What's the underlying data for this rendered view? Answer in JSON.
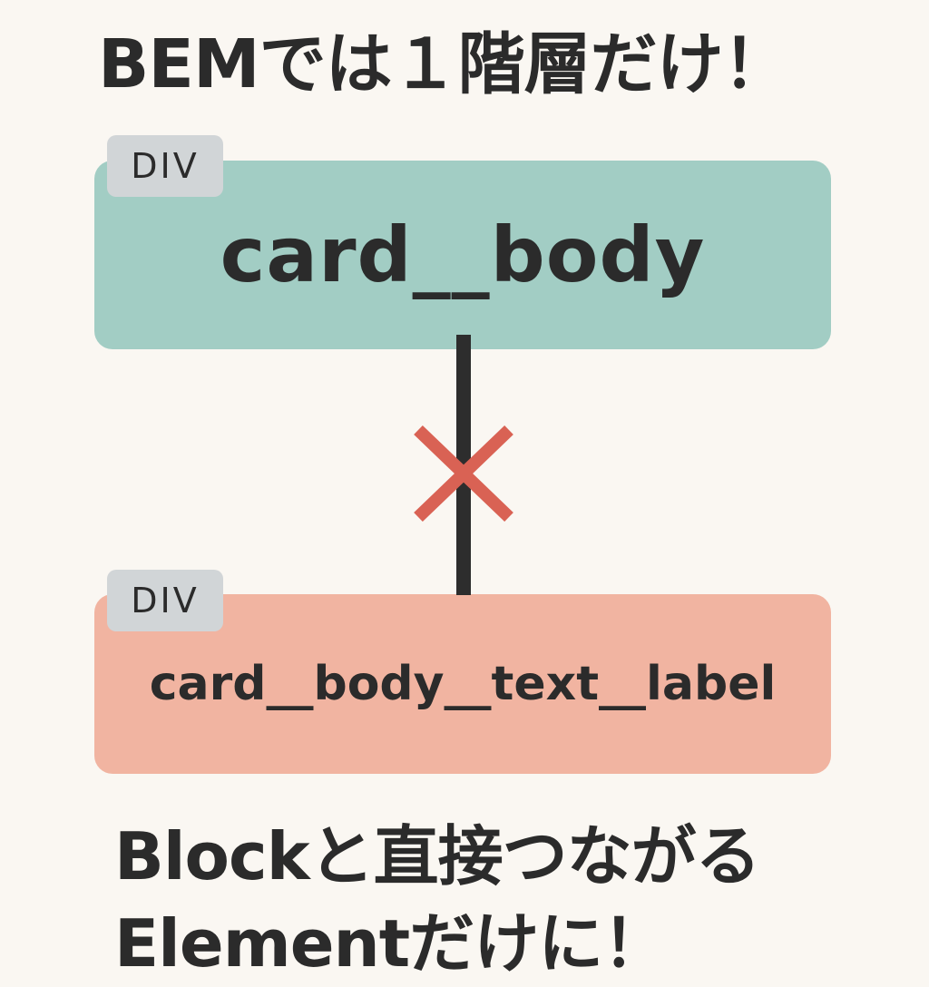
{
  "title": "BEMでは１階層だけ！",
  "top_box": {
    "tag": "DIV",
    "label": "card__body",
    "color": "#a2cdc4"
  },
  "bottom_box": {
    "tag": "DIV",
    "label": "card__body__text__label",
    "color": "#f1b4a1"
  },
  "connector": {
    "marker_icon": "cross-icon",
    "marker_color": "#d96254"
  },
  "caption": {
    "line1": "Blockと直接つながる",
    "line2": "Elementだけに！"
  }
}
